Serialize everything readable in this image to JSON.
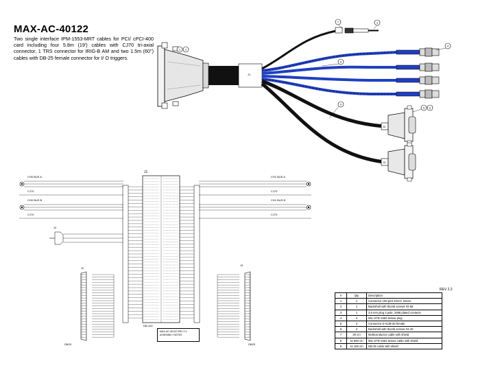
{
  "header": {
    "title": "MAX-AC-40122",
    "description": "Two single interface IPM-1553-MRT cables for PCI/ cPCI-400 card including four 5.8m (19') cables with CJ70 tri-axial connector, 1 TRS connector for IRIG-B AM and two 1.5m (60\") cables with DB-25 female connector for I/ O triggers."
  },
  "assembly": {
    "callouts": [
      "1",
      "2",
      "3",
      "4",
      "5",
      "6",
      "7",
      "8",
      "9"
    ],
    "connectors": {
      "j1": "J1",
      "j2": "J2",
      "j3": "J3"
    }
  },
  "schematic": {
    "j1_label": "J1",
    "j1_part": "DB-100",
    "j2_label": "J2",
    "j3_label": "J3",
    "j4_label": "J4",
    "db25_left": "DB25",
    "db25_right": "DB25",
    "ch0_bus_a": "CH0 BUS A",
    "ch0_bus_b": "CH0 BUS B",
    "ch1_bus_a": "CH1 BUS A",
    "ch1_bus_b": "CH1 BUS B",
    "cj70": "CJ70",
    "note_lines": [
      "MAX-AC-40122 REV 2.2",
      "ASSEMBLY NOTES"
    ]
  },
  "bom": {
    "revision": "REV 2.2",
    "columns": [
      "#",
      "Qty",
      "Description"
    ],
    "rows": [
      [
        "1",
        "1",
        "Connector 100-pins DSCC series"
      ],
      [
        "2",
        "1",
        "Backshell with thumb screws #2-56"
      ],
      [
        "3",
        "1",
        "3.5 mm plug 3 pole, 3366 plated contacts"
      ],
      [
        "4",
        "4",
        "MIL-STD-1553 twinax plug"
      ],
      [
        "5",
        "2",
        "Connector D-SUB-25 female"
      ],
      [
        "6",
        "2",
        "Backshell with thumb screws #4-40"
      ],
      [
        "7",
        "30 cm",
        "Multiconductor cable with shield"
      ],
      [
        "8",
        "4x 580 cm",
        "MIL-STD-1553 twinax cable with shield"
      ],
      [
        "9",
        "2x 150 cm",
        "DB-25 cable with shield"
      ]
    ]
  }
}
